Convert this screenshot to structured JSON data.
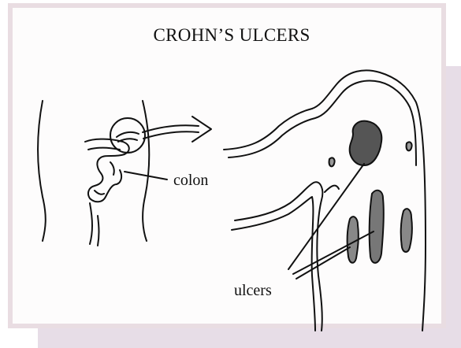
{
  "figure": {
    "title": "CROHN’S ULCERS",
    "labels": {
      "colon": "colon",
      "ulcers": "ulcers"
    },
    "colors": {
      "card_border": "#e9dde2",
      "shadow_panel": "#e7dde7",
      "ink": "#111111"
    }
  }
}
